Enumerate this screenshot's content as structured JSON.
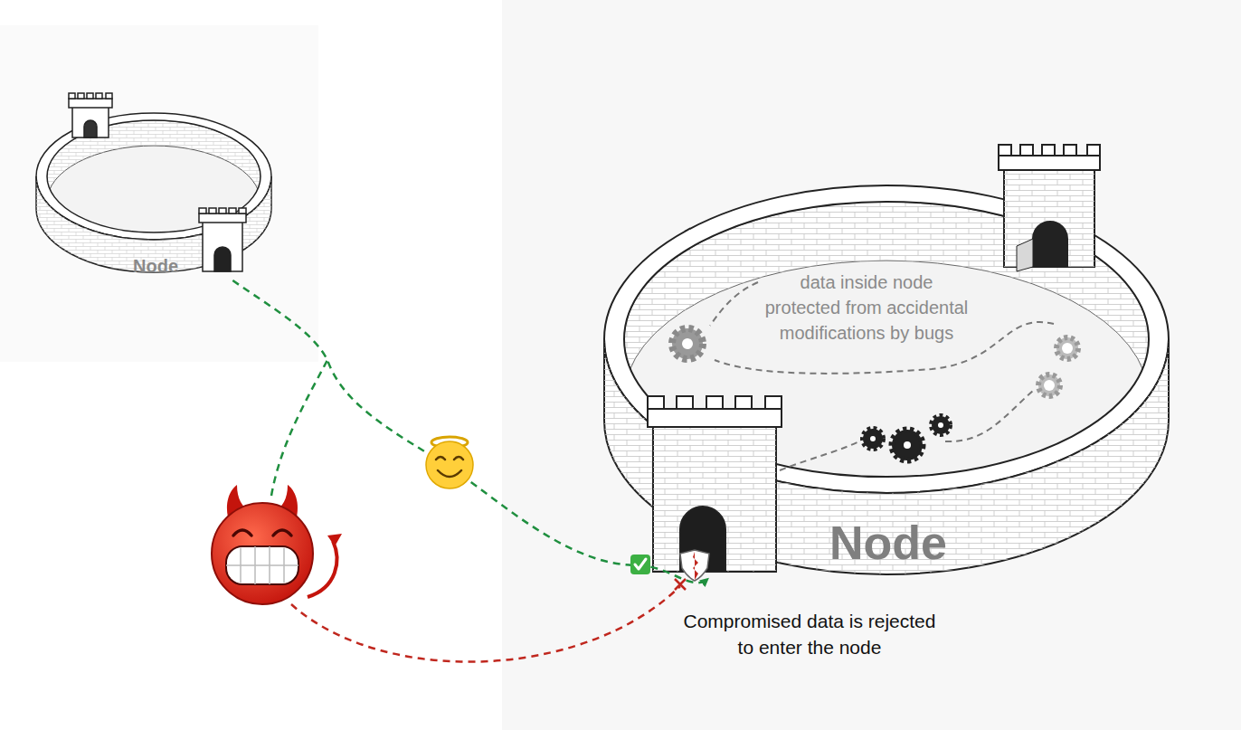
{
  "diagram": {
    "nodes": [
      {
        "text": [
          "Node"
        ]
      },
      {
        "text": [
          "Node"
        ]
      }
    ],
    "edges": [
      {
        "from": 0,
        "to": 1,
        "arrow": "to"
      }
    ],
    "labels": [
      "data inside node protected from accidental modifications by bugs",
      "Compromised data is rejected to enter the node"
    ]
  }
}
